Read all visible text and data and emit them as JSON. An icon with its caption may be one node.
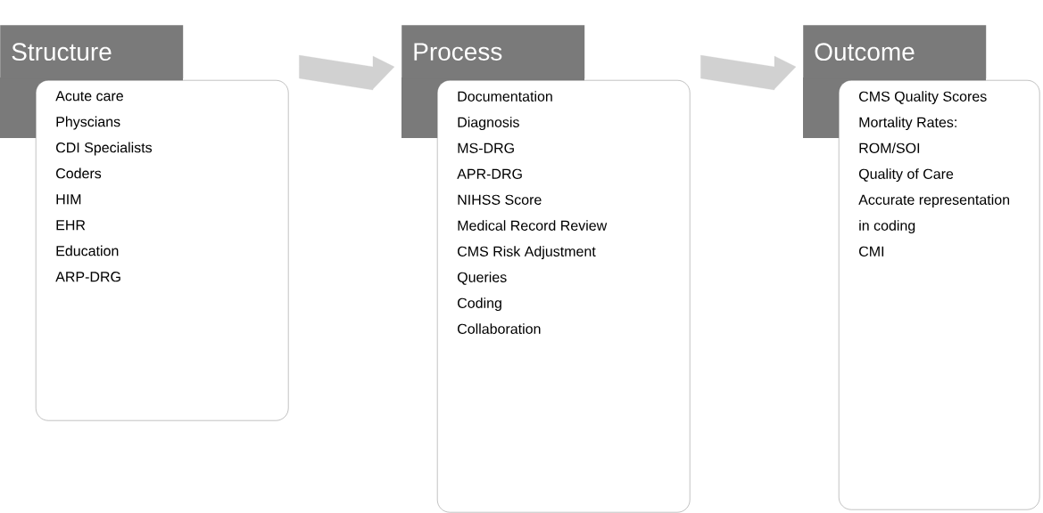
{
  "diagram": {
    "nodes": [
      {
        "text": [
          "Structure",
          "Acute care",
          "Physcians",
          "CDI Specialists",
          "Coders",
          "HIM",
          "EHR",
          "Education",
          "ARP-DRG"
        ]
      },
      {
        "text": [
          "Process",
          "Documentation",
          "Diagnosis",
          "MS-DRG",
          "APR-DRG",
          "NIHSS Score",
          "Medical Record Review",
          "CMS Risk Adjustment",
          "Queries",
          "Coding",
          "Collaboration"
        ]
      },
      {
        "text": [
          "Outcome",
          "CMS Quality Scores",
          "Mortality Rates: ROM/SOI",
          "Quality of Care",
          "Accurate representation in coding",
          "CMI"
        ]
      }
    ],
    "edges": [
      {
        "from": 0,
        "to": 1,
        "arrow": "to"
      },
      {
        "from": 1,
        "to": 2,
        "arrow": "to"
      }
    ]
  }
}
